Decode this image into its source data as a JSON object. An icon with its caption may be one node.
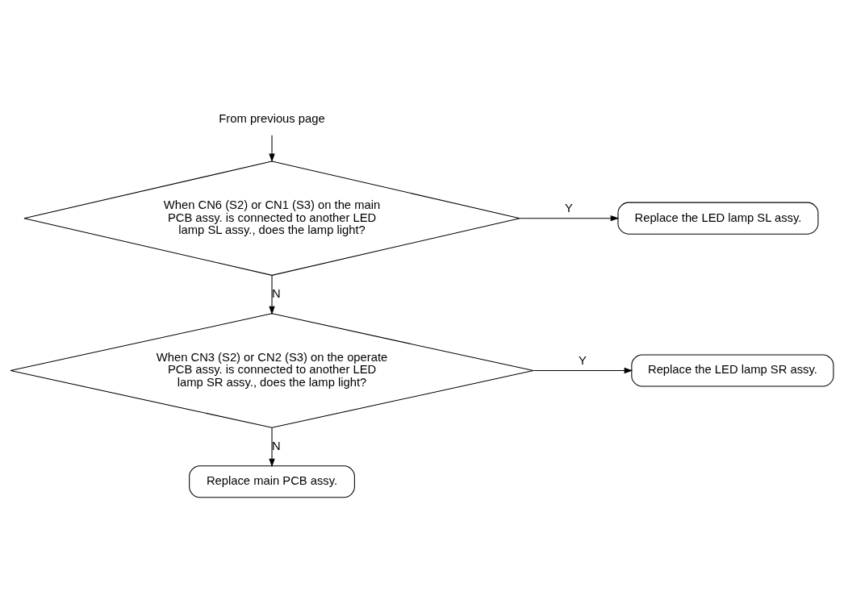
{
  "diagram": {
    "nodes": [
      {
        "text": [
          "From previous page"
        ]
      },
      {
        "text": [
          "When CN6 (S2) or CN1 (S3) on the main PCB assy. is connected to another LED lamp SL assy., does the lamp light?"
        ]
      },
      {
        "text": [
          "Replace the LED lamp SL assy."
        ]
      },
      {
        "text": [
          "When CN3 (S2) or CN2 (S3) on the operate PCB assy. is connected to another LED lamp SR assy., does the lamp light?"
        ]
      },
      {
        "text": [
          "Replace the LED lamp SR assy."
        ]
      },
      {
        "text": [
          "Replace main PCB assy."
        ]
      }
    ],
    "edges": [
      {
        "from": 0,
        "to": 1,
        "arrow": "to"
      },
      {
        "from": 1,
        "to": 2,
        "arrow": "to",
        "label": "Y"
      },
      {
        "from": 1,
        "to": 3,
        "arrow": "to",
        "label": "N"
      },
      {
        "from": 3,
        "to": 4,
        "arrow": "to",
        "label": "Y"
      },
      {
        "from": 3,
        "to": 5,
        "arrow": "to",
        "label": "N"
      }
    ]
  }
}
